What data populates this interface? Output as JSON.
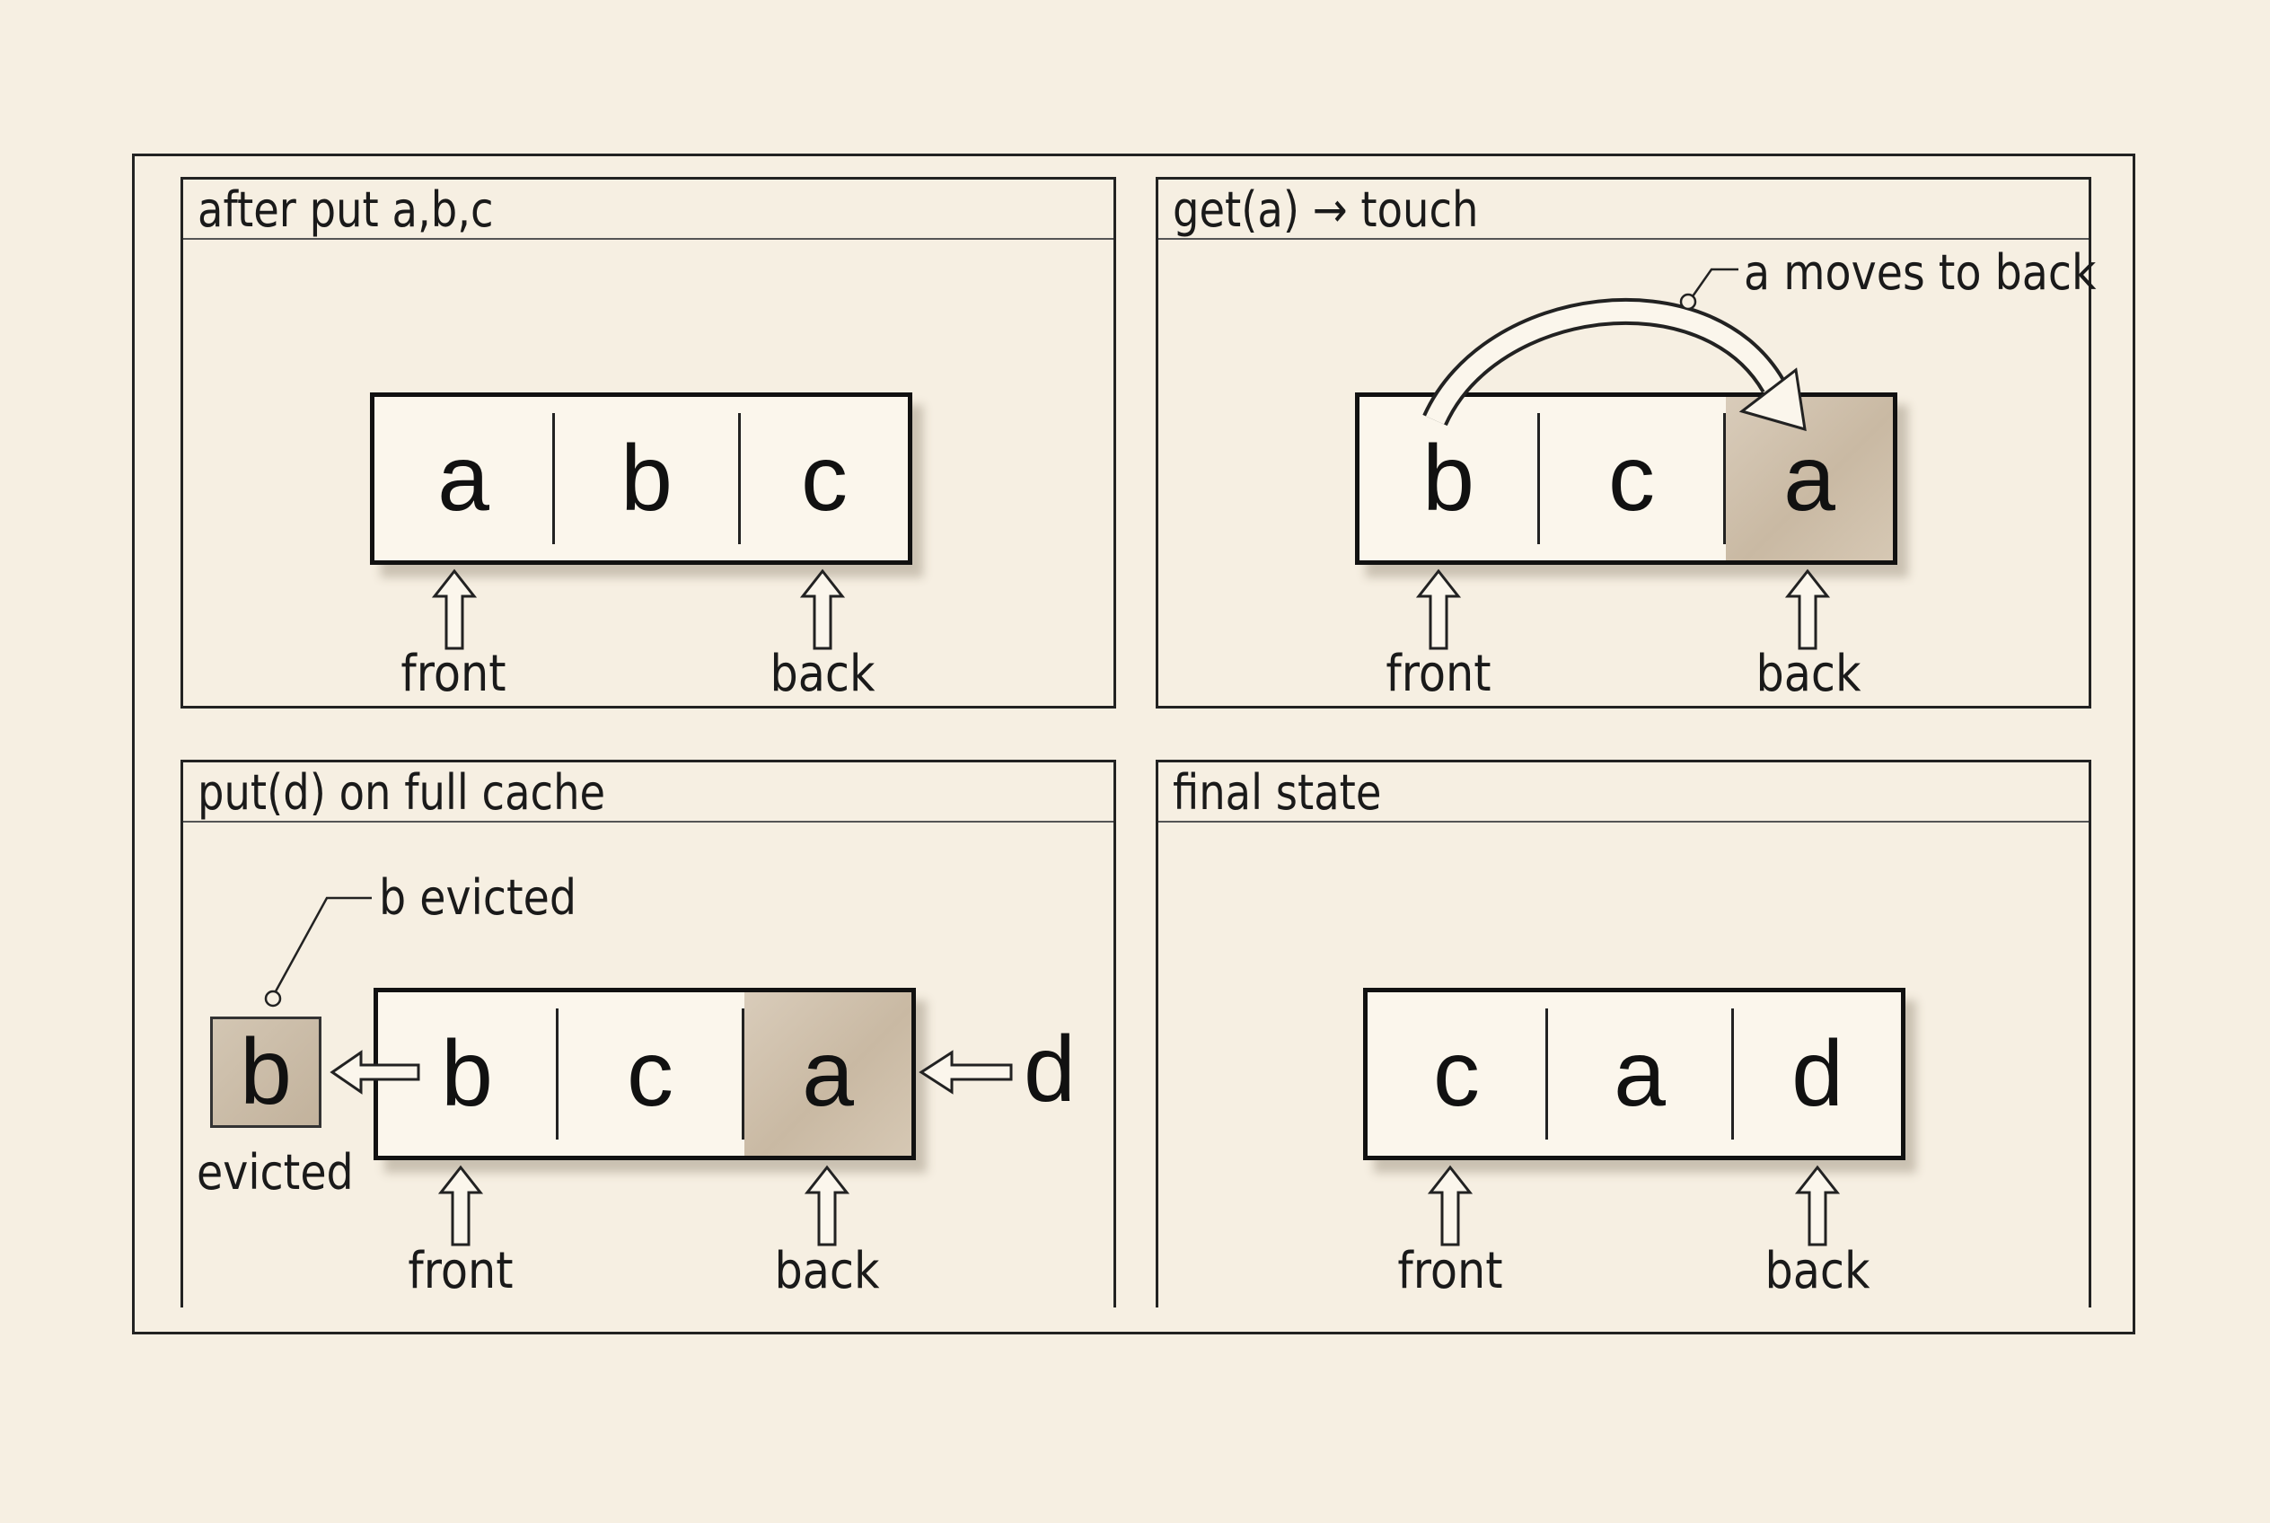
{
  "panels": [
    {
      "title": "after put a,b,c",
      "cells": [
        "a",
        "b",
        "c"
      ],
      "shaded_cell": null,
      "front_label": "front",
      "back_label": "back"
    },
    {
      "title": "get(a) → touch",
      "cells": [
        "b",
        "c",
        "a"
      ],
      "shaded_cell": 2,
      "front_label": "front",
      "back_label": "back",
      "annotation": "a moves to back"
    },
    {
      "title": "put(d) on full cache",
      "cells": [
        "b",
        "c",
        "a"
      ],
      "shaded_cell": 2,
      "front_label": "front",
      "back_label": "back",
      "annotation": "b evicted",
      "evicted_item": "b",
      "evicted_label": "evicted",
      "incoming_item": "d"
    },
    {
      "title": "final state",
      "cells": [
        "c",
        "a",
        "d"
      ],
      "shaded_cell": null,
      "front_label": "front",
      "back_label": "back"
    }
  ],
  "colors": {
    "background": "#f6efe2",
    "ink": "#111111",
    "shade": "#c9b9a3"
  }
}
